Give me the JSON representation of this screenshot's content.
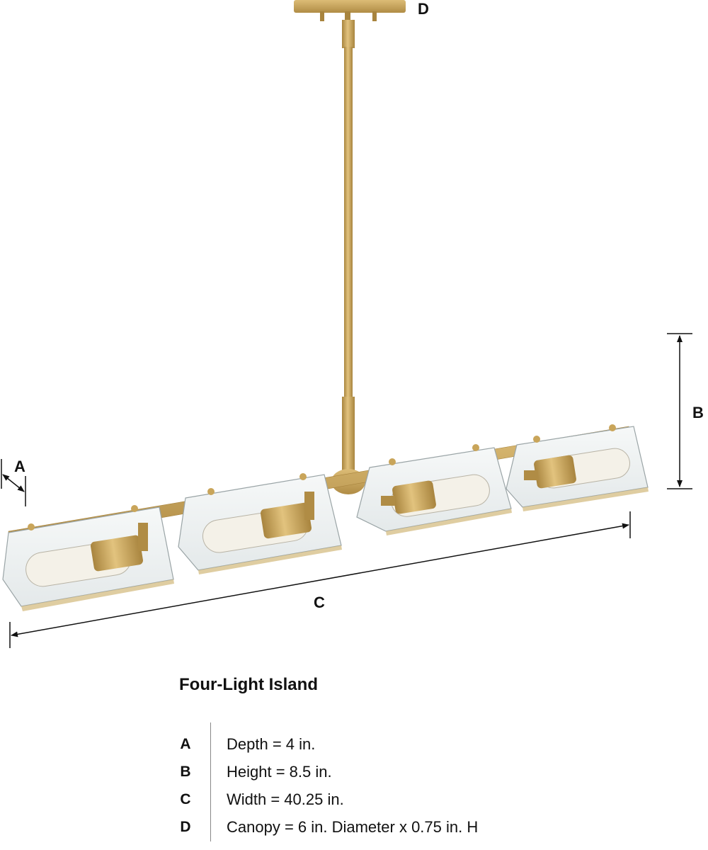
{
  "product": {
    "title": "Four-Light Island"
  },
  "dimension_markers": {
    "a": "A",
    "b": "B",
    "c": "C",
    "d": "D"
  },
  "specs": [
    {
      "key": "A",
      "value": "Depth = 4 in."
    },
    {
      "key": "B",
      "value": "Height = 8.5 in."
    },
    {
      "key": "C",
      "value": "Width = 40.25 in."
    },
    {
      "key": "D",
      "value": "Canopy = 6 in. Diameter x 0.75 in. H"
    }
  ],
  "colors": {
    "brass": "#c9a55a",
    "brass_dark": "#a8843e",
    "glass": "#eef2f3",
    "line": "#111111"
  }
}
